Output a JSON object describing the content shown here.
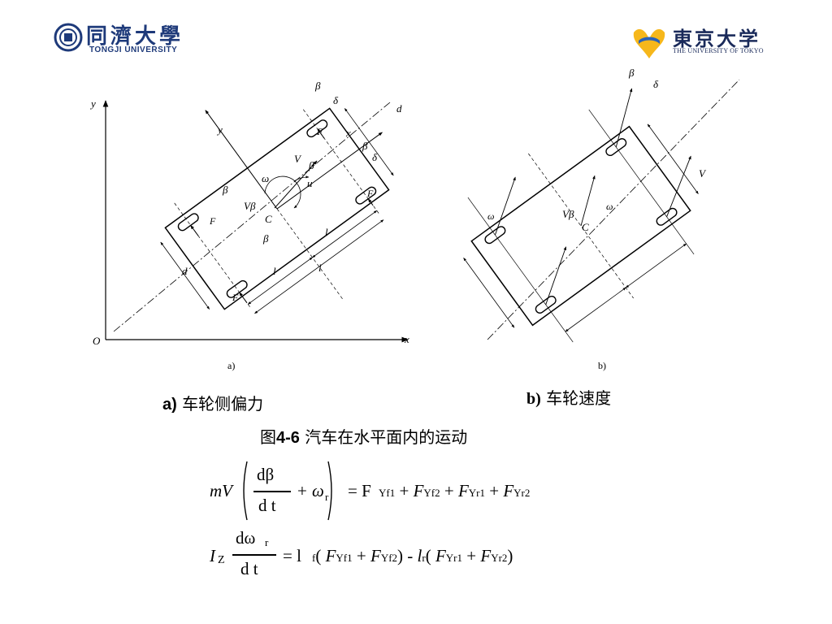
{
  "logos": {
    "left": {
      "name": "同濟大學",
      "subtitle": "TONGJI UNIVERSITY"
    },
    "right": {
      "name": "東京大学",
      "subtitle": "THE UNIVERSITY OF TOKYO"
    }
  },
  "figure_a": {
    "sub_label": "a)",
    "caption_prefix": "a)",
    "caption_text": " 车轮侧偏力",
    "labels": {
      "y_axis": "y",
      "x_axis": "x",
      "origin": "O",
      "body_y": "y",
      "body_x": "x",
      "u": "u",
      "V": "V",
      "beta": "β",
      "omega_r": "ω",
      "V_beta": "Vβ",
      "C": "C",
      "delta1": "δ",
      "delta2": "δ",
      "beta_f1": "β",
      "beta_f2": "β",
      "beta_r1": "β",
      "beta_r2": "β",
      "F_Yf1": "F",
      "F_Yf2": "F",
      "F_Yr1": "F",
      "F_Yr2": "F",
      "d_f": "d",
      "d_r": "d",
      "l_f": "l",
      "l_r": "l",
      "l": "l"
    }
  },
  "figure_b": {
    "sub_label": "b)",
    "caption_prefix": "b)",
    "caption_text": " 车轮速度",
    "labels": {
      "beta_f1": "β",
      "delta": "δ",
      "V": "V",
      "V_beta": "Vβ",
      "C": "C",
      "omega_r": "ω",
      "omega_f": "ω"
    }
  },
  "figure_title": {
    "prefix": "图",
    "number": "4-6",
    "text": " 汽车在水平面内的运动"
  },
  "equations": {
    "eq1_lhs_m": "mV",
    "eq1_frac_num": "dβ",
    "eq1_frac_den": "d t",
    "eq1_plus": "+",
    "eq1_omega": "ω",
    "eq1_rhs": "=  F",
    "eq2_lhs": "I",
    "eq2_frac_num": "dω",
    "eq2_frac_den": "d t",
    "eq2_rhs": "= l"
  }
}
